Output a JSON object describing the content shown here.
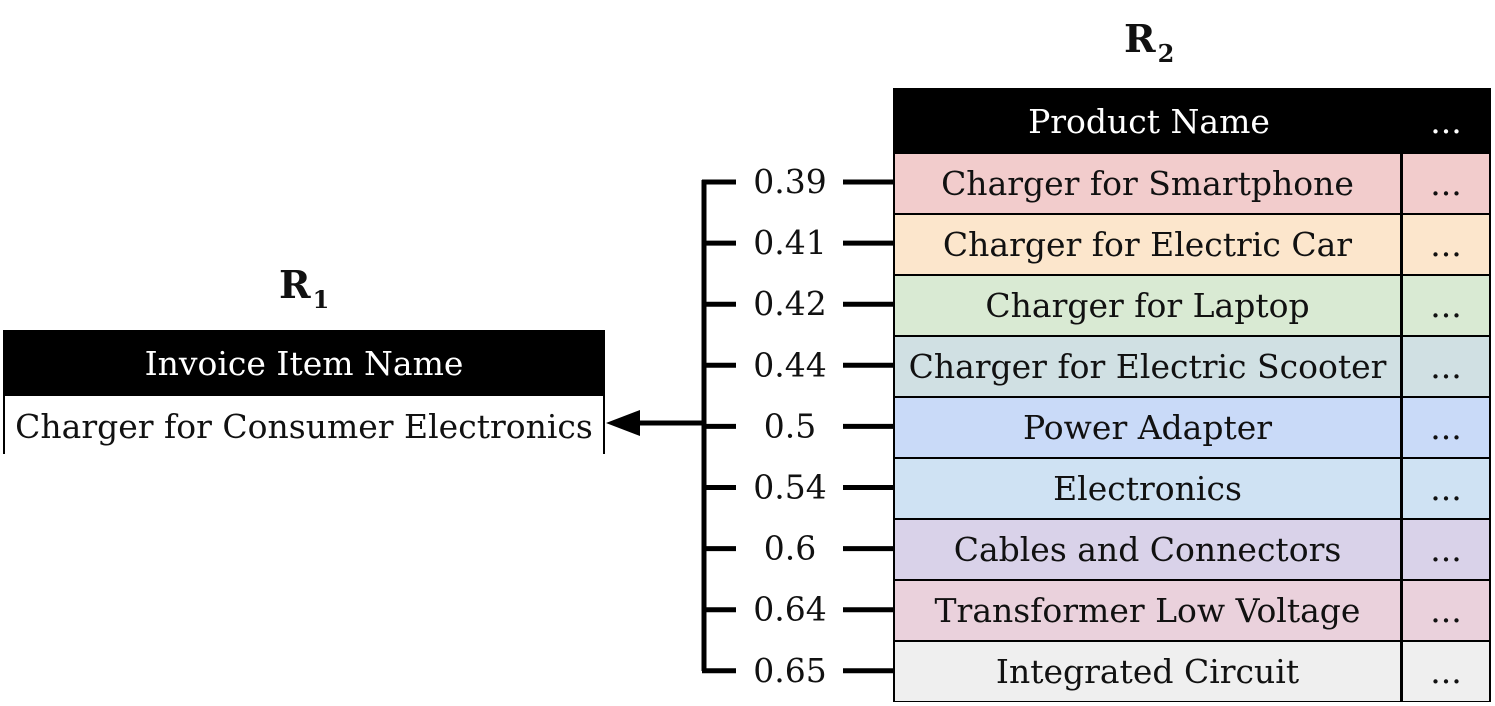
{
  "r2": {
    "label": "R",
    "subscript": "2",
    "header": {
      "name": "Product Name",
      "more": "..."
    },
    "rows": [
      {
        "name": "Charger for Smartphone",
        "more": "...",
        "score": "0.39",
        "color": "#f2cccc"
      },
      {
        "name": "Charger for Electric Car",
        "more": "...",
        "score": "0.41",
        "color": "#fce6cc"
      },
      {
        "name": "Charger for Laptop",
        "more": "...",
        "score": "0.42",
        "color": "#d9ead3"
      },
      {
        "name": "Charger for Electric Scooter",
        "more": "...",
        "score": "0.44",
        "color": "#d0e0e3"
      },
      {
        "name": "Power Adapter",
        "more": "...",
        "score": "0.5",
        "color": "#c9daf8"
      },
      {
        "name": "Electronics",
        "more": "...",
        "score": "0.54",
        "color": "#cfe2f3"
      },
      {
        "name": "Cables and Connectors",
        "more": "...",
        "score": "0.6",
        "color": "#d9d2e9"
      },
      {
        "name": "Transformer Low Voltage",
        "more": "...",
        "score": "0.64",
        "color": "#ead1dc"
      },
      {
        "name": "Integrated Circuit",
        "more": "...",
        "score": "0.65",
        "color": "#efefef"
      }
    ]
  },
  "r1": {
    "label": "R",
    "subscript": "1",
    "header": "Invoice Item Name",
    "value": "Charger for Consumer Electronics"
  }
}
